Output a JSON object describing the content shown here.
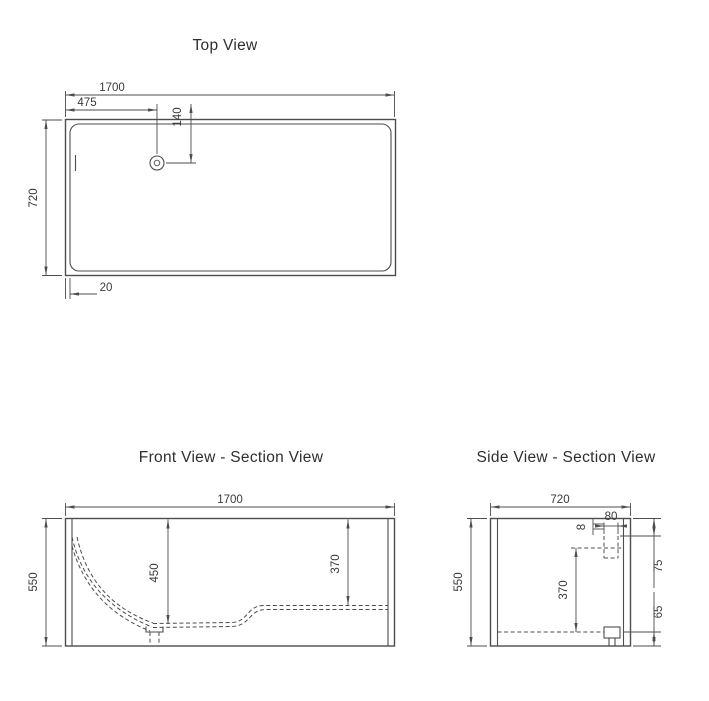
{
  "drawing": {
    "background": "#ffffff",
    "line_color": "#4d4d4f",
    "text_color": "#3a3a3a"
  },
  "top_view": {
    "title": "Top View",
    "dims": {
      "overall_length": "1700",
      "drain_from_left": "475",
      "drain_offset": "140",
      "overall_width": "720",
      "wall_thickness": "20"
    }
  },
  "front_view": {
    "title": "Front View - Section View",
    "dims": {
      "overall_length": "1700",
      "overall_height": "550",
      "inner_depth_left": "450",
      "inner_depth_right": "370"
    }
  },
  "side_view": {
    "title": "Side View - Section View",
    "dims": {
      "overall_width": "720",
      "overall_height": "550",
      "overflow_width": "80",
      "overflow_gap": "8",
      "rim_to_overflow": "75",
      "inner_depth": "370",
      "base_height": "65"
    }
  }
}
